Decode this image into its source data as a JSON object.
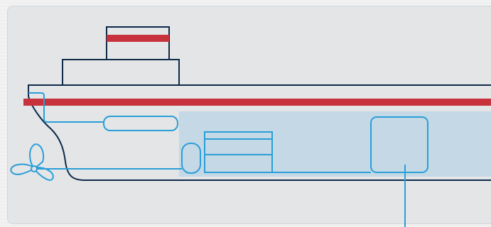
{
  "diagram": {
    "colors": {
      "hull_outline": "#0f2a4a",
      "accent_stripe": "#c8323c",
      "system_lines": "#2a9fd8",
      "shaded_region": "#c5d8e6",
      "panel_background": "#e3e5e7"
    },
    "components": {
      "hull": "ship-hull",
      "superstructure": "ship-superstructure",
      "propeller": "propeller-icon",
      "equipment_units": [
        "unit-oval",
        "unit-stacked-tank",
        "unit-box"
      ]
    }
  }
}
